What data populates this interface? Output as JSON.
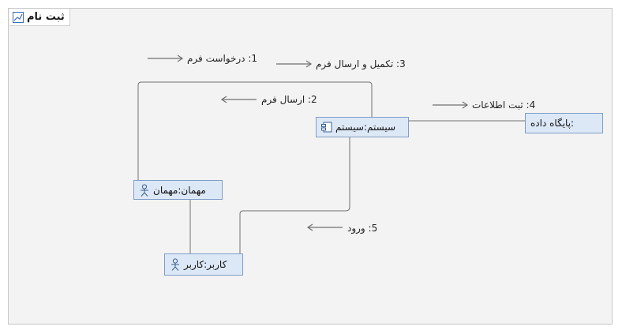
{
  "diagram": {
    "title": "ثبت نام",
    "nodes": {
      "system": {
        "label": "سیستم:سیستم",
        "icon": "component-icon"
      },
      "database": {
        "label": ":پایگاه داده"
      },
      "guest": {
        "label": "مهمان:مهمان",
        "icon": "actor-icon"
      },
      "user": {
        "label": "کاربر:کاربر",
        "icon": "actor-icon"
      }
    },
    "messages": {
      "m1": "1: درخواست فرم",
      "m2": "2: ارسال فرم",
      "m3": "3: تکمیل و ارسال فرم",
      "m4": "4: ثبت اطلاعات",
      "m5": "5: ورود"
    },
    "colors": {
      "node_fill": "#dde8f7",
      "node_border": "#7f9dc9",
      "line": "#707070",
      "background": "#f3f3f3"
    }
  }
}
